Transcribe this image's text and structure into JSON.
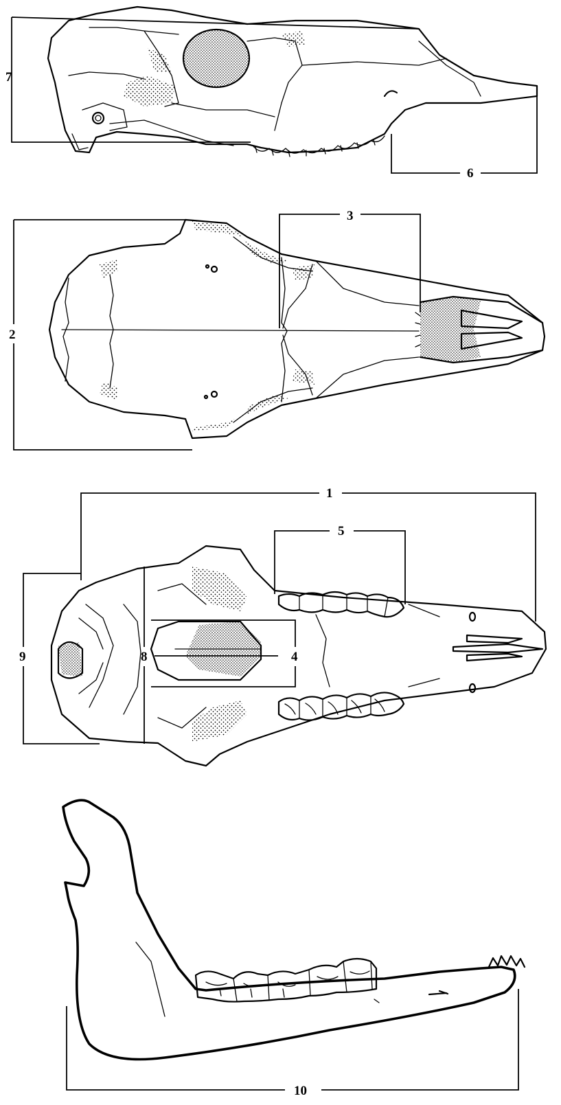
{
  "labels": {
    "m1": "1",
    "m2": "2",
    "m3": "3",
    "m4": "4",
    "m5": "5",
    "m6": "6",
    "m7": "7",
    "m8": "8",
    "m9": "9",
    "m10": "10"
  }
}
